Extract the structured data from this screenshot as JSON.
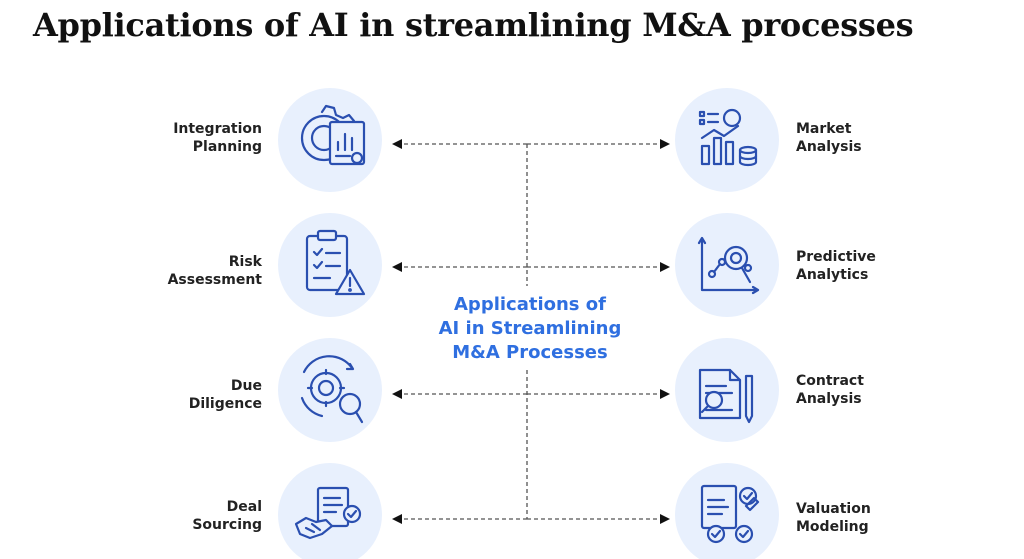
{
  "page_title": "Applications of AI in streamlining M&A processes",
  "center_label": "Applications of\nAI in Streamlining\nM&A Processes",
  "colors": {
    "circle_fill": "#e8f0fd",
    "icon_stroke": "#2a4fb0",
    "center_text": "#2f6fe0",
    "connector": "#555555"
  },
  "left_items": [
    {
      "label": "Integration\nPlanning",
      "icon": "gear-document-chart-icon"
    },
    {
      "label": "Risk\nAssessment",
      "icon": "clipboard-warning-icon"
    },
    {
      "label": "Due\nDiligence",
      "icon": "gear-magnifier-icon"
    },
    {
      "label": "Deal\nSourcing",
      "icon": "handshake-document-icon"
    }
  ],
  "right_items": [
    {
      "label": "Market\nAnalysis",
      "icon": "bar-chart-coins-icon"
    },
    {
      "label": "Predictive\nAnalytics",
      "icon": "graph-magnifier-icon"
    },
    {
      "label": "Contract\nAnalysis",
      "icon": "contract-pen-icon"
    },
    {
      "label": "Valuation\nModeling",
      "icon": "document-checkmark-icon"
    }
  ]
}
